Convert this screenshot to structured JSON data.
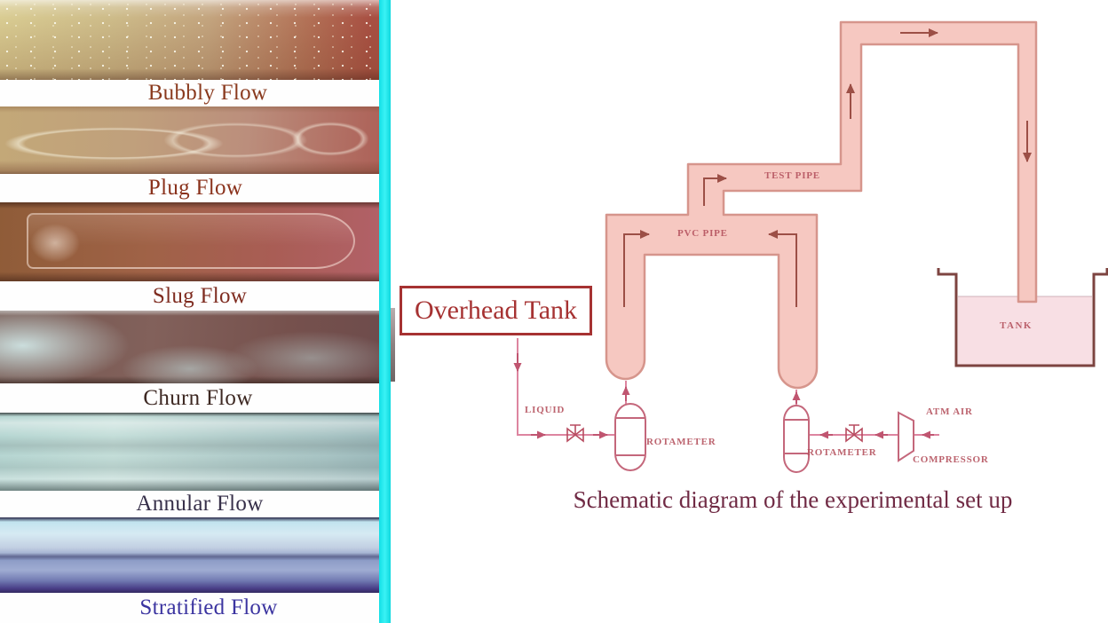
{
  "left_panel": {
    "flow_regimes": [
      {
        "label": "Bubbly Flow",
        "label_color": "#8a3a1e"
      },
      {
        "label": "Plug Flow",
        "label_color": "#8a321c"
      },
      {
        "label": "Slug Flow",
        "label_color": "#7f2c20"
      },
      {
        "label": "Churn Flow",
        "label_color": "#3d2822"
      },
      {
        "label": "Annular Flow",
        "label_color": "#37304a"
      },
      {
        "label": "Stratified Flow",
        "label_color": "#3b34a0"
      }
    ],
    "divider_color": "#1fe9ed"
  },
  "schematic": {
    "overhead_tank": "Overhead Tank",
    "liquid": "LIQUID",
    "rotameter_left": "ROTAMETER",
    "rotameter_right": "ROTAMETER",
    "test_pipe": "TEST PIPE",
    "pvc_pipe": "PVC PIPE",
    "tank": "TANK",
    "atm_air": "ATM AIR",
    "compressor": "COMPRESSOR",
    "caption": "Schematic diagram of the experimental set up",
    "colors": {
      "pipe_fill": "#f6c8c1",
      "pipe_stroke": "#d6958c",
      "flow_arrow": "#9c4f46",
      "thin_line": "#dd85a0",
      "thin_arrow": "#c05570",
      "instrument_stroke": "#c4677b",
      "tank_stroke": "#7d4440",
      "tank_liquid": "#f8dfe4",
      "box_border": "#a63232",
      "small_label": "#b5535f",
      "caption": "#702a44"
    }
  }
}
